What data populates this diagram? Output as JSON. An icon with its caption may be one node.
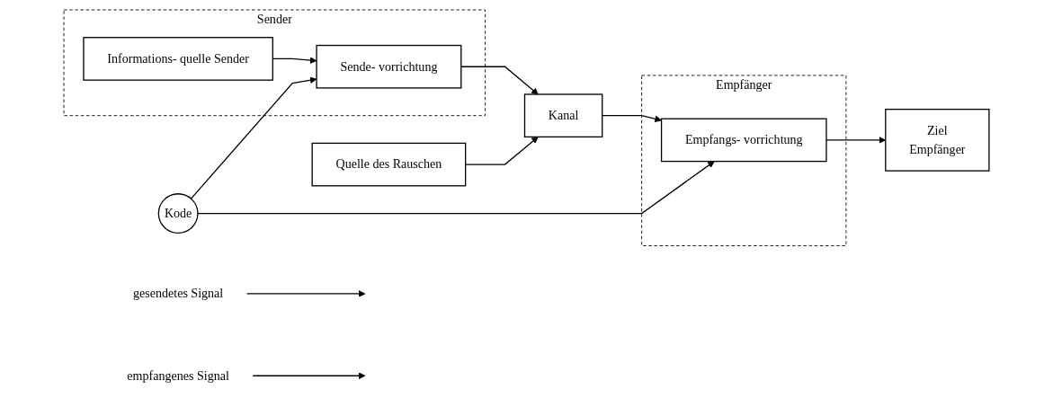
{
  "diagram": {
    "nodes": [
      {
        "text": [
          "Sender"
        ]
      },
      {
        "text": [
          "Informations- quelle Sender"
        ],
        "in": 0
      },
      {
        "text": [
          "Sende- vorrichtung"
        ],
        "in": 0
      },
      {
        "text": [
          "Kanal"
        ]
      },
      {
        "text": [
          "Quelle des Rauschen"
        ]
      },
      {
        "text": [
          "Empfänger"
        ]
      },
      {
        "text": [
          "Empfangs- vorrichtung"
        ],
        "in": 5
      },
      {
        "text": [
          "Ziel",
          "Empfänger"
        ]
      },
      {
        "text": [
          "Kode"
        ]
      },
      {
        "text": [
          "gesendetes Signal"
        ]
      },
      {
        "text": [
          "empfangenes Signal"
        ]
      }
    ],
    "edges": [
      {
        "from": 1,
        "to": 2,
        "arrow": "to"
      },
      {
        "from": 2,
        "to": 3,
        "arrow": "to"
      },
      {
        "from": 4,
        "to": 3,
        "arrow": "to"
      },
      {
        "from": 3,
        "to": 6,
        "arrow": "to"
      },
      {
        "from": 6,
        "to": 7,
        "arrow": "to"
      },
      {
        "from": 8,
        "to": 2,
        "arrow": "to"
      },
      {
        "from": 8,
        "to": 6,
        "arrow": "to"
      },
      {
        "from": 9,
        "to": null,
        "arrow": "to"
      },
      {
        "from": 10,
        "to": null,
        "arrow": "to"
      }
    ]
  }
}
